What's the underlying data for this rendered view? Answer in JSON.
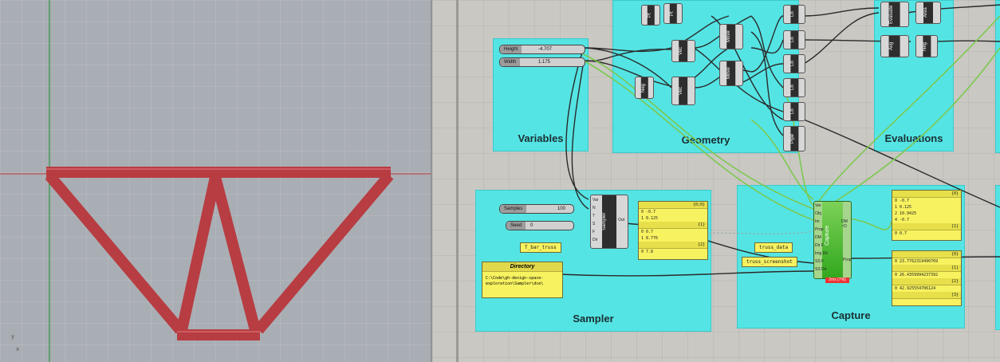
{
  "viewport": {
    "axis_x": "x",
    "axis_y": "y",
    "truss_color": "#b8383c"
  },
  "groups": {
    "variables": "Variables",
    "geometry": "Geometry",
    "evaluations": "Evaluations",
    "sampler": "Sampler",
    "capture": "Capture"
  },
  "sliders": {
    "height": {
      "name": "Height",
      "value": "-4.707"
    },
    "width": {
      "name": "Width",
      "value": "1.175"
    },
    "samples": {
      "name": "Samples",
      "value": "100"
    },
    "seed": {
      "name": "Seed",
      "value": "0"
    }
  },
  "components": {
    "sampler": {
      "label": "Sampler",
      "inputs": [
        "Var",
        "N",
        "T",
        "S",
        "F",
        "Dir"
      ],
      "output": "Out"
    },
    "capture": {
      "label": "Capture",
      "inputs": [
        "Var",
        "Obj",
        "Im",
        "Prop",
        "DM",
        "Dir F",
        "Img Dir",
        "SS F",
        "SS Dir"
      ],
      "outputs": [
        "DM ~O",
        "Prop"
      ],
      "timing": "2ms (7%)"
    }
  },
  "tags": {
    "base_truss": "T_bar_truss",
    "truss_data": "truss_data",
    "truss_screenshot": "truss_screenshot"
  },
  "directory": {
    "title": "Directory",
    "path": "C:\\Code\\gh-design-space-exploration\\Sampler\\dce\\"
  },
  "panels": {
    "sampler_out": {
      "header0": "{0;0}",
      "l0": "0 -0.7",
      "l1": "1 0.125",
      "header1": "{1}",
      "l2": "0 0.7",
      "l3": "1 8.776",
      "header2": "{2}",
      "l4": "0 7.8"
    },
    "capture_dm": {
      "header0": "{0}",
      "l0": "0 -0.7",
      "l1": "1 0.125",
      "l2": "2 10.9425",
      "l3": "4 -0.7",
      "header1": "{1}",
      "l4": "0 0.7"
    },
    "capture_prop": {
      "header0": "{0}",
      "l0": "0 23.7762319490769",
      "header1": "{1}",
      "l1": "0 26.4359994237392",
      "header2": "{2}",
      "l2": "0 42.925554706124",
      "header3": "{3}"
    }
  },
  "geometry_components": [
    "Pt",
    "Pt",
    "Vec",
    "Vec",
    "Move",
    "Move",
    "Ln",
    "Ln",
    "Ln",
    "Ln",
    "Ln",
    "Pipe",
    "Neg"
  ],
  "evaluation_components": [
    "Evaluate",
    "Avg",
    "Neg",
    "Area"
  ]
}
